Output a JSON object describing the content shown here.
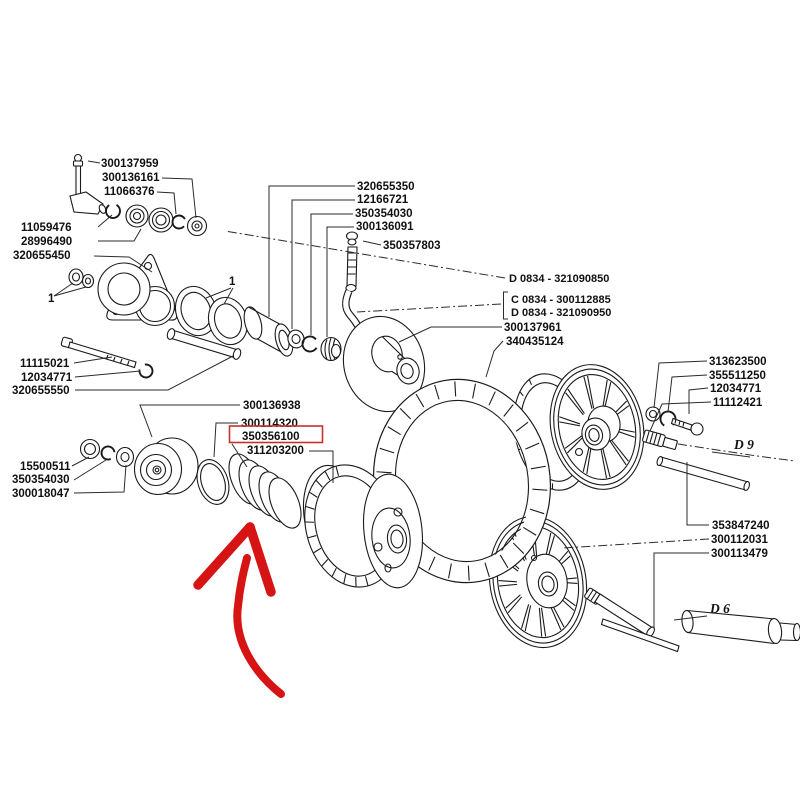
{
  "diagram": {
    "description": "Exploded parts diagram of a variator pulley drive assembly with drive belt, spoked pulley wheels, coil spring and fasteners",
    "background": "#ffffff",
    "line_color": "#1a1a1a",
    "highlight": {
      "boxed_part_number": "350356100",
      "box_color": "#c63030",
      "arrow_color": "#d61414",
      "arrow_points_to": "coil-spring"
    }
  },
  "labels": [
    {
      "text": "300137959"
    },
    {
      "text": "300136161"
    },
    {
      "text": "11066376"
    },
    {
      "text": "11059476"
    },
    {
      "text": "28996490"
    },
    {
      "text": "320655450"
    },
    {
      "text": "320655350"
    },
    {
      "text": "12166721"
    },
    {
      "text": "350354030"
    },
    {
      "text": "300136091"
    },
    {
      "text": "350357803"
    },
    {
      "text": "D 0834 - 321090850"
    },
    {
      "text": "C 0834 - 300112885"
    },
    {
      "text": "D 0834 - 321090950"
    },
    {
      "text": "300137961"
    },
    {
      "text": "340435124"
    },
    {
      "text": "11115021"
    },
    {
      "text": "12034771"
    },
    {
      "text": "320655550"
    },
    {
      "text": "313623500"
    },
    {
      "text": "355511250"
    },
    {
      "text": "12034771"
    },
    {
      "text": "11112421"
    },
    {
      "text": "300136938"
    },
    {
      "text": "300114320"
    },
    {
      "text": "350356100"
    },
    {
      "text": "311203200"
    },
    {
      "text": "15500511"
    },
    {
      "text": "350354030"
    },
    {
      "text": "300018047"
    },
    {
      "text": "353847240"
    },
    {
      "text": "300112031"
    },
    {
      "text": "300113479"
    },
    {
      "text": "D 9"
    },
    {
      "text": "D 6"
    },
    {
      "text": "1"
    },
    {
      "text": "1"
    }
  ]
}
